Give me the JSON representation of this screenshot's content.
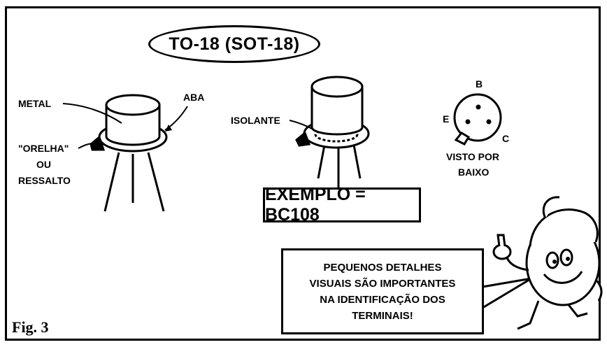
{
  "title": "TO-18 (SOT-18)",
  "labels": {
    "metal": "METAL",
    "aba": "ABA",
    "orelha": "\"ORELHA\"",
    "ou": "OU",
    "ressalto": "RESSALTO",
    "isolante": "ISOLANTE",
    "pin_b": "B",
    "pin_e": "E",
    "pin_c": "C",
    "visto_1": "VISTO POR",
    "visto_2": "BAIXO"
  },
  "example": "EXEMPLO = BC108",
  "speech": {
    "line1": "PEQUENOS DETALHES",
    "line2": "VISUAIS SÃO IMPORTANTES",
    "line3": "NA IDENTIFICAÇÃO DOS",
    "line4": "TERMINAIS!"
  },
  "figure_label": "Fig. 3",
  "colors": {
    "ink": "#000000",
    "paper": "#ffffff"
  },
  "icons": [
    "transistor-to18-metal",
    "transistor-to18-isolante",
    "transistor-bottom-view",
    "cartoon-mascot"
  ]
}
